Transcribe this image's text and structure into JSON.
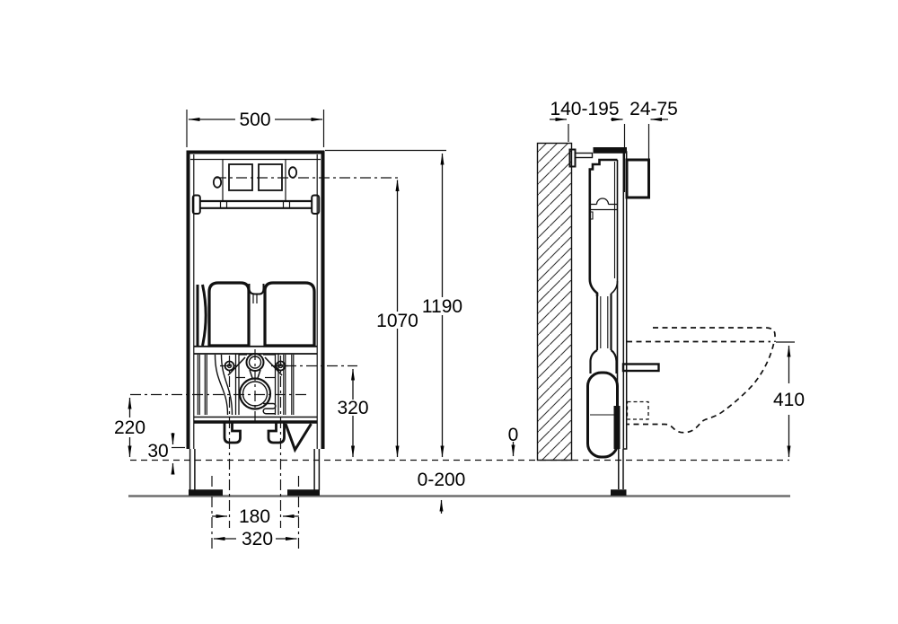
{
  "dimensions": {
    "frame_width": "500",
    "actuation_axis_height": "1070",
    "frame_height": "1190",
    "outlet_bend_axis_height": "320",
    "drain_axis_height": "220",
    "frame_base_offset": "30",
    "fixing_bolt_spacing": "180",
    "anchor_spacing": "320",
    "floor_buildup_range": "0-200",
    "finished_floor_level": "0",
    "installation_depth_range": "140-195",
    "panel_clearance_range": "24-75",
    "pan_rim_height": "410"
  }
}
